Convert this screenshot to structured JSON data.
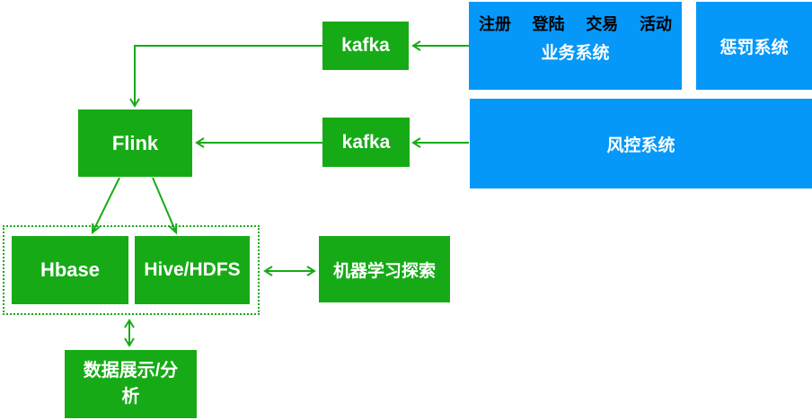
{
  "diagram": {
    "title": "risk-data-pipeline-architecture",
    "colors": {
      "node_green": "#16ab16",
      "system_blue": "#0598f8",
      "tag_text": "#000000",
      "node_text": "#ffffff"
    },
    "nodes": {
      "business_system": {
        "tags": [
          "注册",
          "登陆",
          "交易",
          "活动"
        ],
        "label": "业务系统"
      },
      "punish_system": {
        "label": "惩罚系统"
      },
      "risk_system": {
        "label": "风控系统"
      },
      "kafka_top": {
        "label": "kafka"
      },
      "kafka_mid": {
        "label": "kafka"
      },
      "flink": {
        "label": "Flink"
      },
      "hbase": {
        "label": "Hbase"
      },
      "hive_hdfs": {
        "label": "Hive/HDFS"
      },
      "ml_explore": {
        "label": "机器学习探索"
      },
      "data_display": {
        "label": "数据展示/分析"
      }
    },
    "edges": [
      {
        "from": "business_system",
        "to": "kafka_top",
        "style": "arrow"
      },
      {
        "from": "kafka_top",
        "to": "flink",
        "style": "elbow-arrow"
      },
      {
        "from": "risk_system",
        "to": "kafka_mid",
        "style": "arrow"
      },
      {
        "from": "kafka_mid",
        "to": "flink",
        "style": "arrow"
      },
      {
        "from": "flink",
        "to": "hbase",
        "style": "arrow"
      },
      {
        "from": "flink",
        "to": "hive_hdfs",
        "style": "arrow"
      },
      {
        "from": "storage_group",
        "to": "ml_explore",
        "style": "double-arrow"
      },
      {
        "from": "storage_group",
        "to": "data_display",
        "style": "double-arrow"
      }
    ]
  }
}
